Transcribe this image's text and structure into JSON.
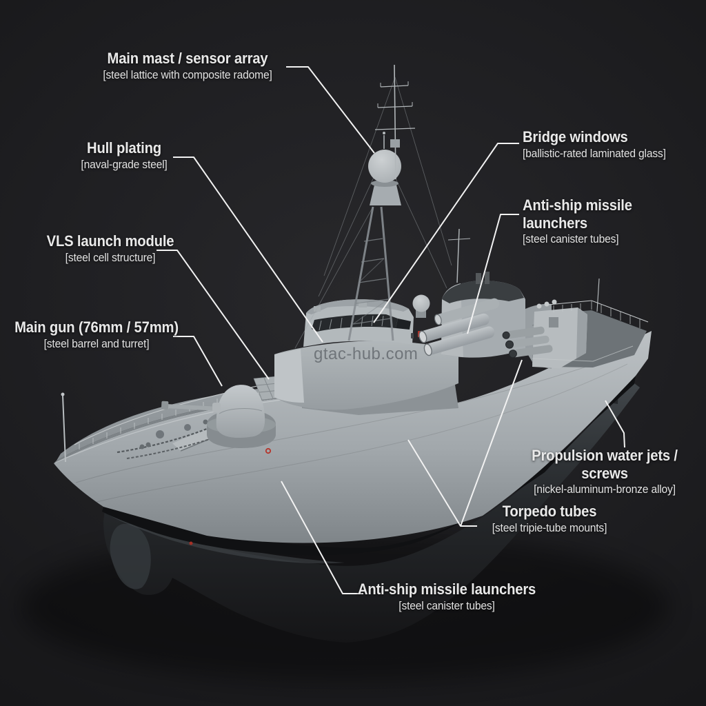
{
  "watermark": "gtac-hub.com",
  "labels": [
    {
      "id": "main-mast",
      "title": "Main mast / sensor array",
      "sub": "[steel lattice with composite radome]"
    },
    {
      "id": "hull-plating",
      "title": "Hull plating",
      "sub": "[naval-grade steel]"
    },
    {
      "id": "vls",
      "title": "VLS launch module",
      "sub": "[steel cell structure]"
    },
    {
      "id": "main-gun",
      "title": "Main gun (76mm / 57mm)",
      "sub": "[steel barrel and turret]"
    },
    {
      "id": "bridge-windows",
      "title": "Bridge windows",
      "sub": "[ballistic-rated laminated glass]"
    },
    {
      "id": "antiship-upper",
      "title": "Anti-ship missile launchers",
      "sub": "[steel canister tubes]"
    },
    {
      "id": "propulsion",
      "title": "Propulsion water jets / screws",
      "sub": "[nickel-aluminum-bronze alloy]"
    },
    {
      "id": "torpedo",
      "title": "Torpedo tubes",
      "sub": "[steel tripie-tube mounts]"
    },
    {
      "id": "antiship-lower",
      "title": "Anti-ship missile launchers",
      "sub": "[steel canister tubes]"
    }
  ],
  "colors": {
    "background": "#202023",
    "label_text": "#e9e9e9",
    "leader_line": "#f2f2f2",
    "ship_light_gray": "#b5babd",
    "ship_deck_gray": "#91979b",
    "boot_stripe": "#101113",
    "underwater_hull": "#2c3033",
    "propeller_bronze": "#75603f",
    "accent_red": "#b23228",
    "watermark_gray": "#3f444a"
  }
}
